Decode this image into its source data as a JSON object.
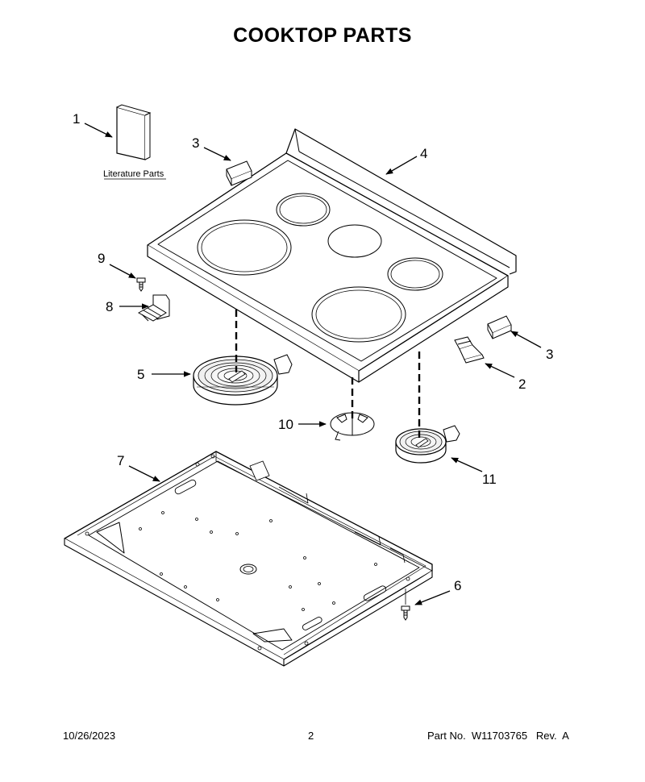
{
  "page": {
    "title": "COOKTOP  PARTS"
  },
  "callouts": {
    "c1": "1",
    "c2": "2",
    "c3a": "3",
    "c3b": "3",
    "c4": "4",
    "c5": "5",
    "c6": "6",
    "c7": "7",
    "c8": "8",
    "c9": "9",
    "c10": "10",
    "c11": "11"
  },
  "captions": {
    "literature": "Literature Parts"
  },
  "footer": {
    "date": "10/26/2023",
    "page_number": "2",
    "part_number": "Part No.  W11703765   Rev.  A"
  }
}
